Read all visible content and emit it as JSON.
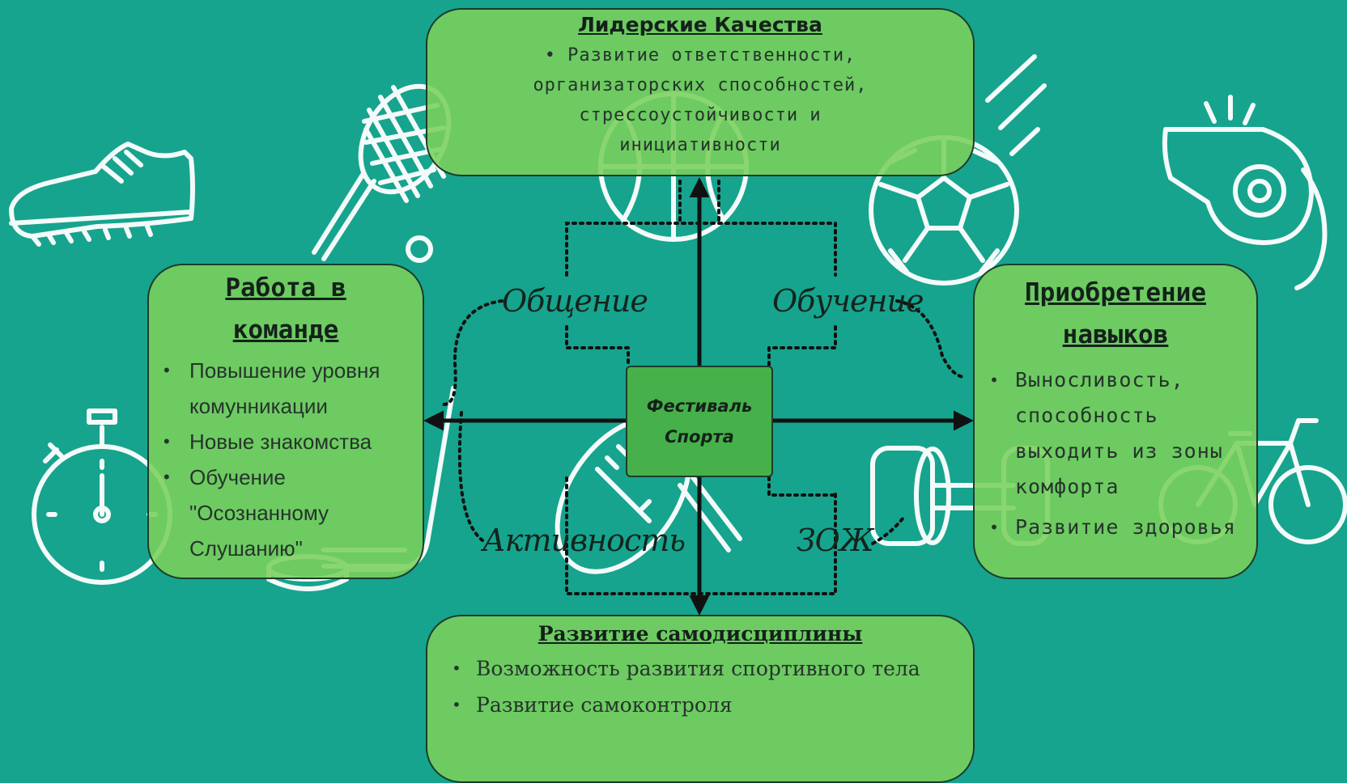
{
  "center": {
    "line1": "Фестиваль",
    "line2": "Спорта"
  },
  "boxes": {
    "top": {
      "title": "Лидерские Качества",
      "body_lines": [
        "• Развитие ответственности,",
        "организаторских способностей,",
        "стрессоустойчивости и",
        "инициативности"
      ]
    },
    "left": {
      "title_lines": [
        "Работа в",
        "команде"
      ],
      "items": [
        "Повышение уровня комунникации",
        "Новые знакомства",
        "Обучение \"Осознанному Слушанию\""
      ]
    },
    "right": {
      "title_lines": [
        "Приобретение",
        "навыков"
      ],
      "items": [
        "Выносливость, способность выходить из зоны комфорта",
        "Развитие здоровья"
      ]
    },
    "bottom": {
      "title": "Развитие самодисциплины",
      "items": [
        "Возможность развития спортивного тела",
        "Развитие самоконтроля"
      ]
    }
  },
  "connectors": {
    "top_left": "Общение",
    "top_right": "Обучение",
    "bottom_left": "Активность",
    "bottom_right": "ЗОЖ"
  },
  "icons": [
    "sneaker-icon",
    "tennis-racket-icon",
    "tennis-ball-icon",
    "basketball-icon",
    "soccer-ball-icon",
    "whistle-icon",
    "stopwatch-icon",
    "rugby-ball-icon",
    "dumbbell-icon",
    "bicycle-icon",
    "hockey-stick-icon",
    "hockey-puck-icon"
  ],
  "colors": {
    "background": "#16a48e",
    "box_fill": "#7ad05c",
    "center_fill": "#46b14a",
    "line_art": "#ffffff"
  }
}
